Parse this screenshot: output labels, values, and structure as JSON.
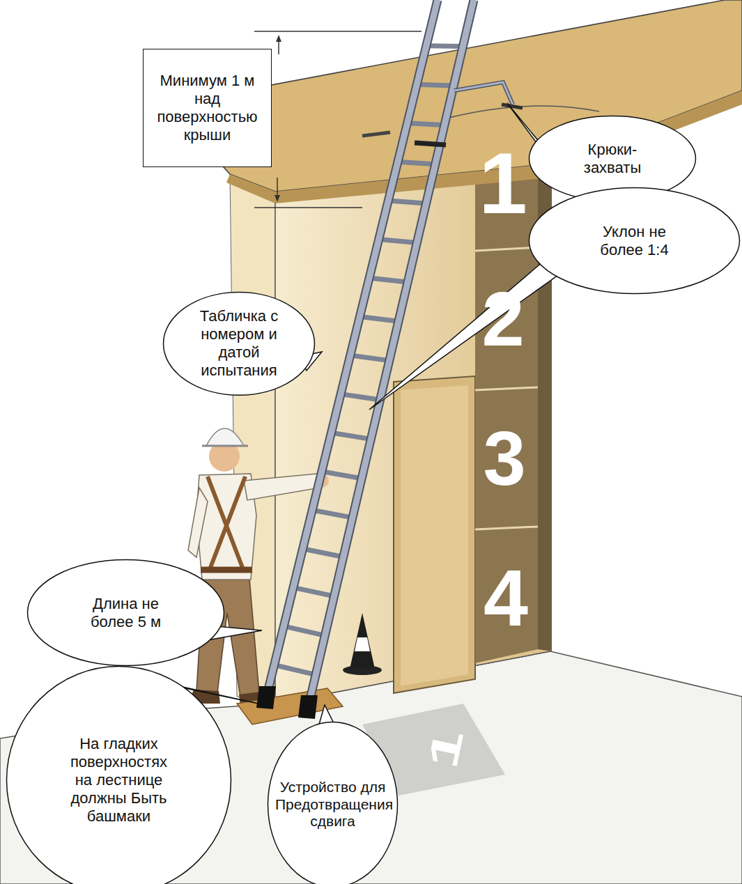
{
  "diagram": {
    "nodes": [
      {
        "text": [
          "Минимум 1 м над поверхностью крыши"
        ]
      },
      {
        "text": [
          "Крюки-захваты"
        ]
      },
      {
        "text": [
          "Уклон не более 1:4"
        ]
      },
      {
        "text": [
          "Табличка с номером и датой испытания"
        ]
      },
      {
        "text": [
          "Длина не более 5 м"
        ]
      },
      {
        "text": [
          "На гладких поверхностях на лестнице должны Быть башмаки"
        ]
      },
      {
        "text": [
          "Устройство для Предотвращения сдвига"
        ]
      }
    ],
    "labels": [
      "1",
      "2",
      "3",
      "4",
      "1"
    ]
  }
}
